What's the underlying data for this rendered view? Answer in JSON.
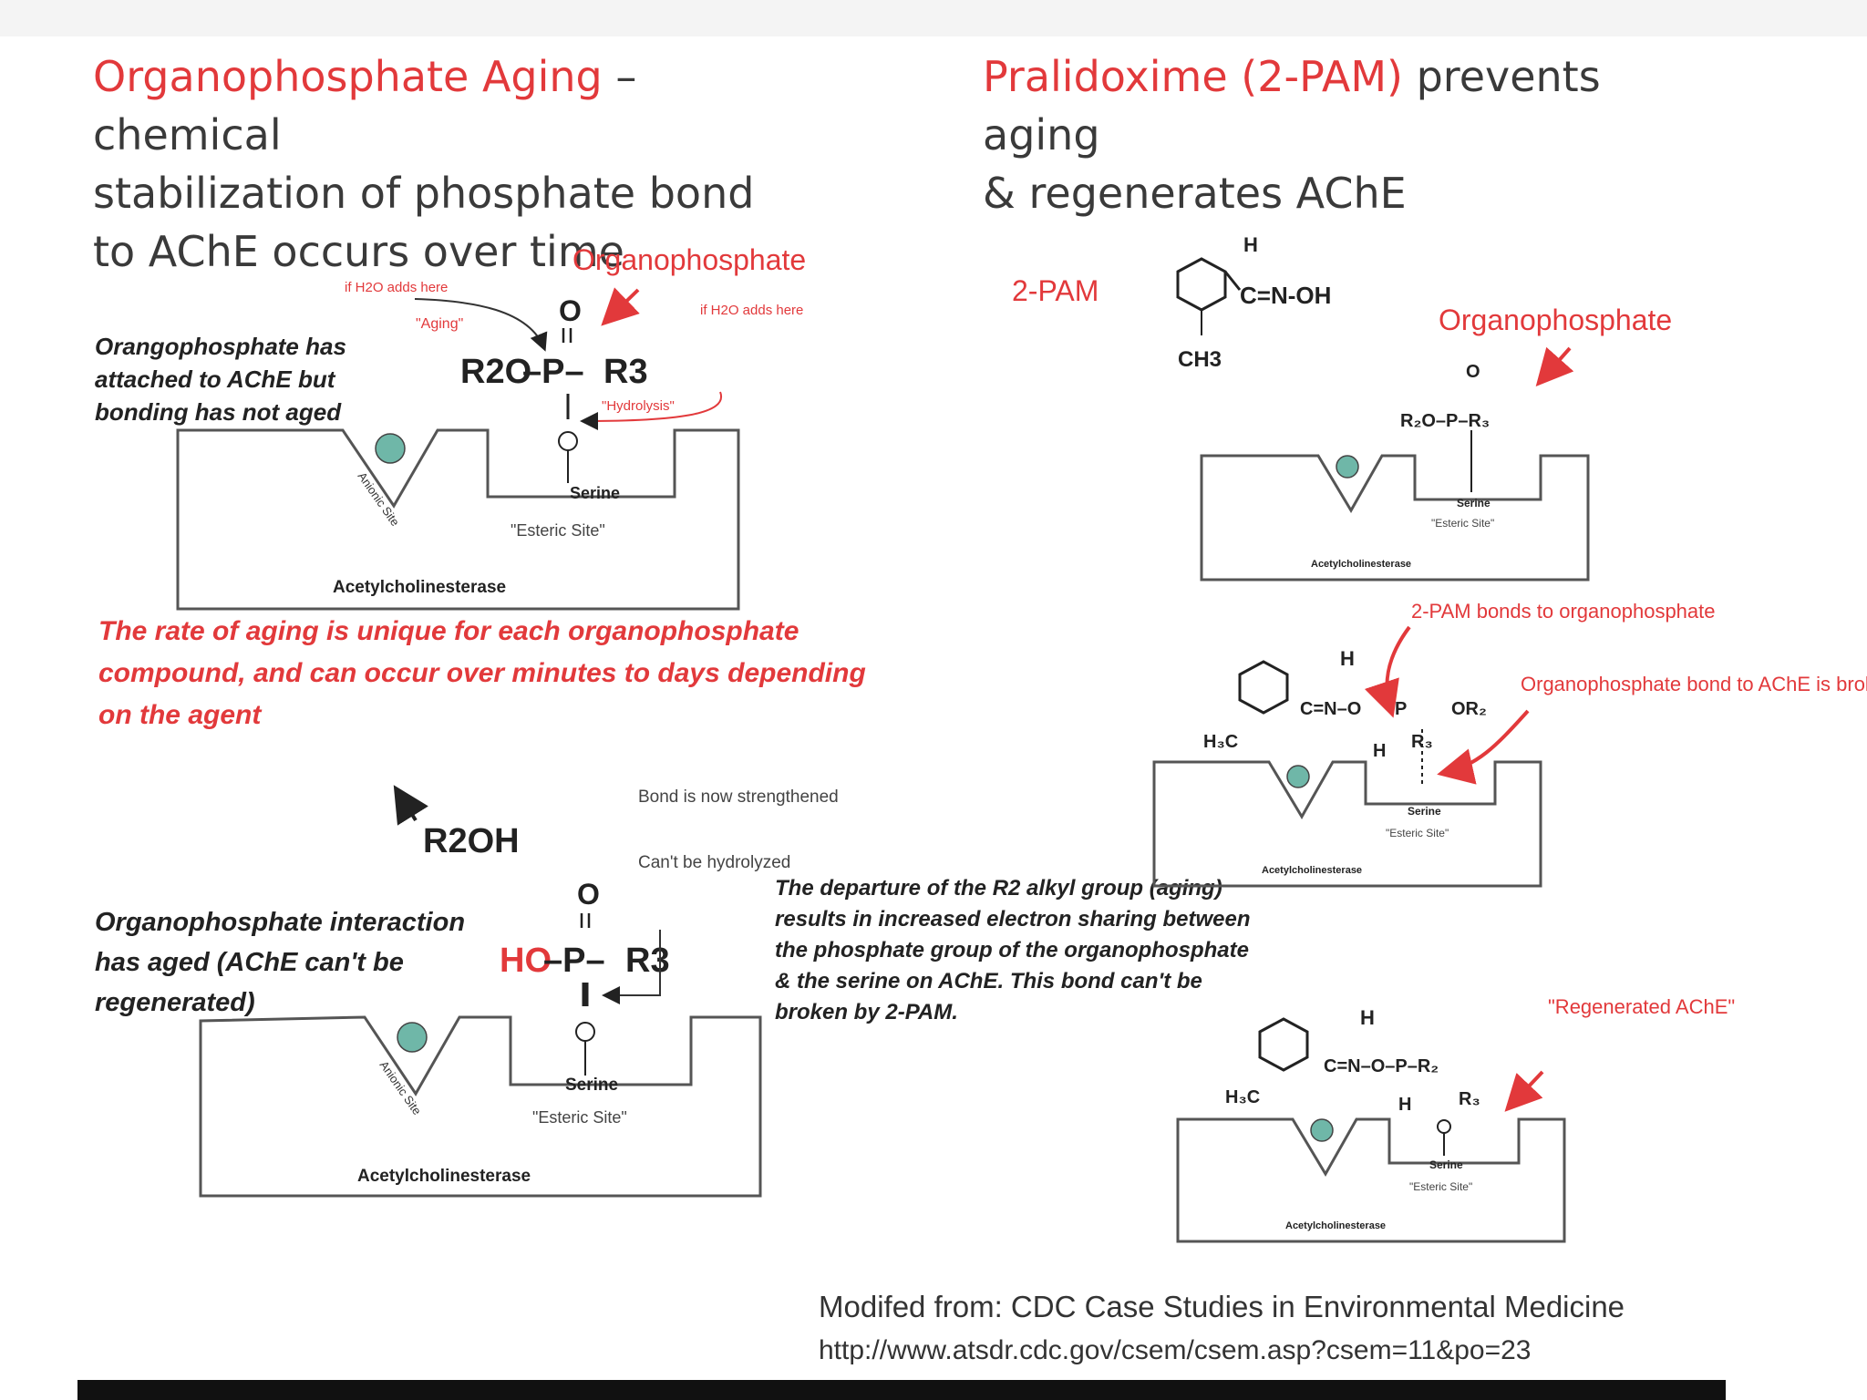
{
  "left_title": {
    "highlight": "Organophosphate Aging",
    "line1_rest": " – chemical",
    "line2": "stabilization of phosphate bond",
    "line3": "to AChE occurs over time"
  },
  "right_title": {
    "highlight": "Pralidoxime (2-PAM)",
    "line1_rest": " prevents aging",
    "line2": "& regenerates AChE"
  },
  "top_left_diagram": {
    "pointer_label": "Organophosphate",
    "water_left": "if H2O adds here",
    "aging": "\"Aging\"",
    "water_right": "if H2O adds here",
    "hydrolysis": "\"Hydrolysis\"",
    "note": "Orangophosphate has attached to AChE but bonding has not aged",
    "anionic_site": "Anionic Site",
    "serine": "Serine",
    "esteric_site": "\"Esteric Site\"",
    "enzyme": "Acetylcholinesterase",
    "formula_left": "R2O",
    "formula_right": "R3"
  },
  "rate_note": "The rate of aging is unique for each organophosphate compound, and can occur over minutes to days depending on the agent",
  "bottom_left_diagram": {
    "leaving_group": "R2OH",
    "bond_note": "Bond is now strengthened",
    "hydrolyze_note": "Can't be hydrolyzed",
    "aged_note": "Organophosphate interaction has aged (AChE can't be regenerated)",
    "formula_left": "HO",
    "formula_right": "R3",
    "anionic_site": "Anionic Site",
    "serine": "Serine",
    "esteric_site": "\"Esteric Site\"",
    "enzyme": "Acetylcholinesterase"
  },
  "departure_note": "The departure of the R2 alkyl group (aging) results in increased electron sharing between the phosphate group of the organophosphate & the serine on AChE. This bond can't be broken by 2-PAM.",
  "right_diagrams": {
    "pam_label": "2-PAM",
    "oxime": "C=N-OH",
    "methyl": "CH3",
    "organophosphate_label": "Organophosphate",
    "step2_bond_note": "2-PAM bonds to organophosphate",
    "step2_broken_note": "Organophosphate bond to AChE is broken",
    "regenerated": "\"Regenerated AChE\"",
    "serine": "Serine",
    "esteric_site": "\"Esteric Site\"",
    "enzyme": "Acetylcholinesterase"
  },
  "credit": {
    "line1": "Modifed from: CDC Case Studies in Environmental Medicine",
    "line2": "http://www.atsdr.cdc.gov/csem/csem.asp?csem=11&po=23"
  },
  "colors": {
    "accent_red": "#e2393b",
    "text_dark": "#3a3a3a",
    "teal_site": "#6fb7a8"
  }
}
